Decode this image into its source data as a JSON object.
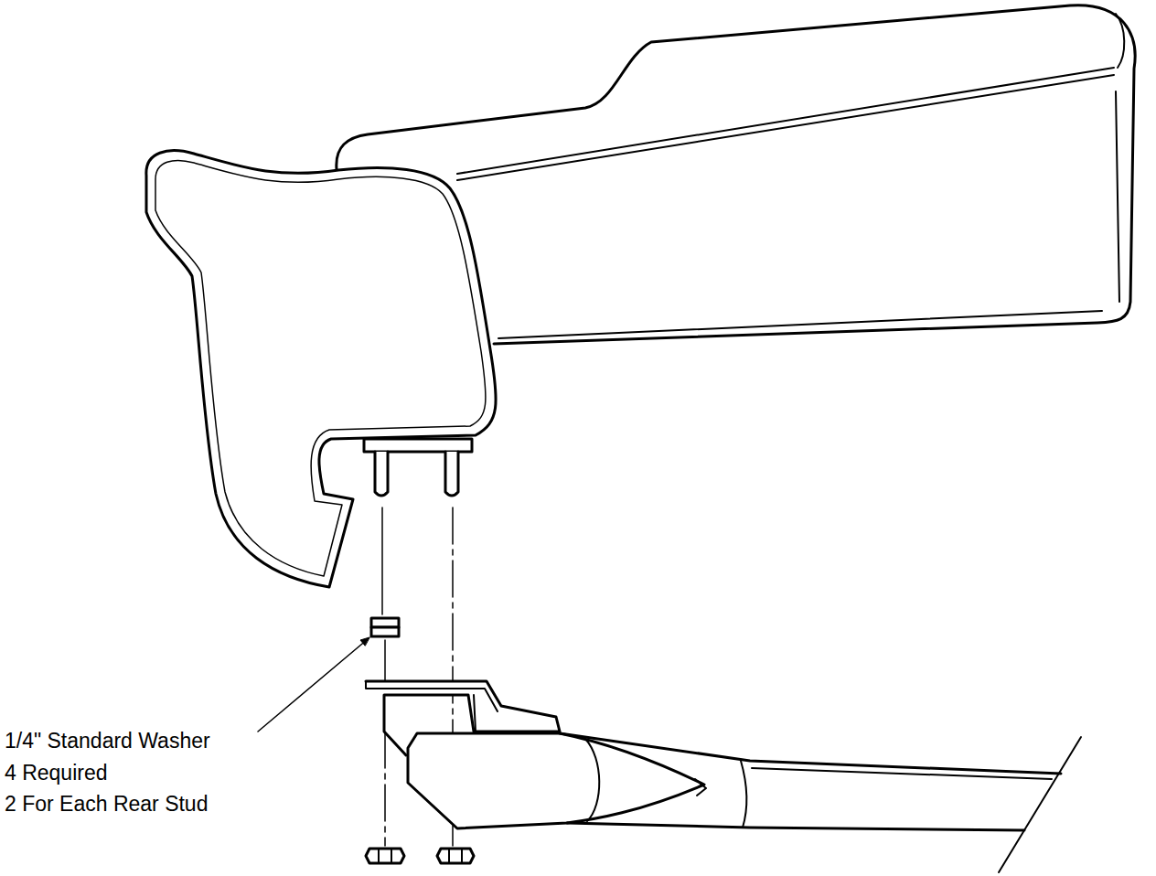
{
  "diagram": {
    "labels": [
      "1/4\" Standard Washer",
      "4 Required",
      "2 For Each Rear Stud"
    ]
  }
}
